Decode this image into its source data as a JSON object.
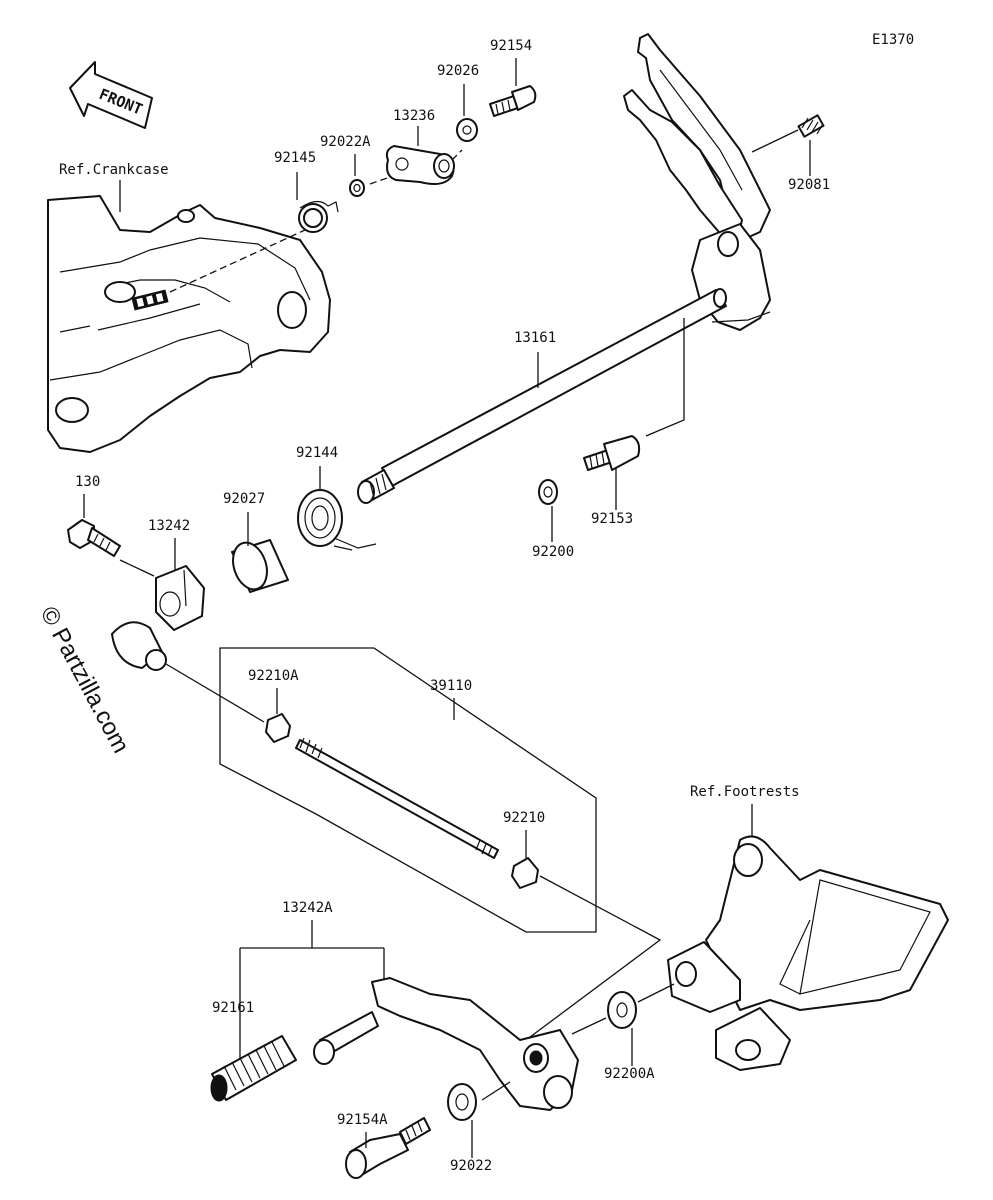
{
  "diagram_code": "E1370",
  "watermark": "© Partzilla.com",
  "front_arrow": "FRONT",
  "refs": {
    "crankcase": "Ref.Crankcase",
    "footrests": "Ref.Footrests"
  },
  "parts": {
    "p92154": "92154",
    "p92026": "92026",
    "p13236": "13236",
    "p92022A": "92022A",
    "p92145": "92145",
    "p92081": "92081",
    "p13161": "13161",
    "p92144": "92144",
    "p92027": "92027",
    "p130": "130",
    "p13242": "13242",
    "p92200": "92200",
    "p92153": "92153",
    "p92210A": "92210A",
    "p39110": "39110",
    "p92210": "92210",
    "p13242A": "13242A",
    "p92161": "92161",
    "p92154A": "92154A",
    "p92022": "92022",
    "p92200A": "92200A"
  }
}
